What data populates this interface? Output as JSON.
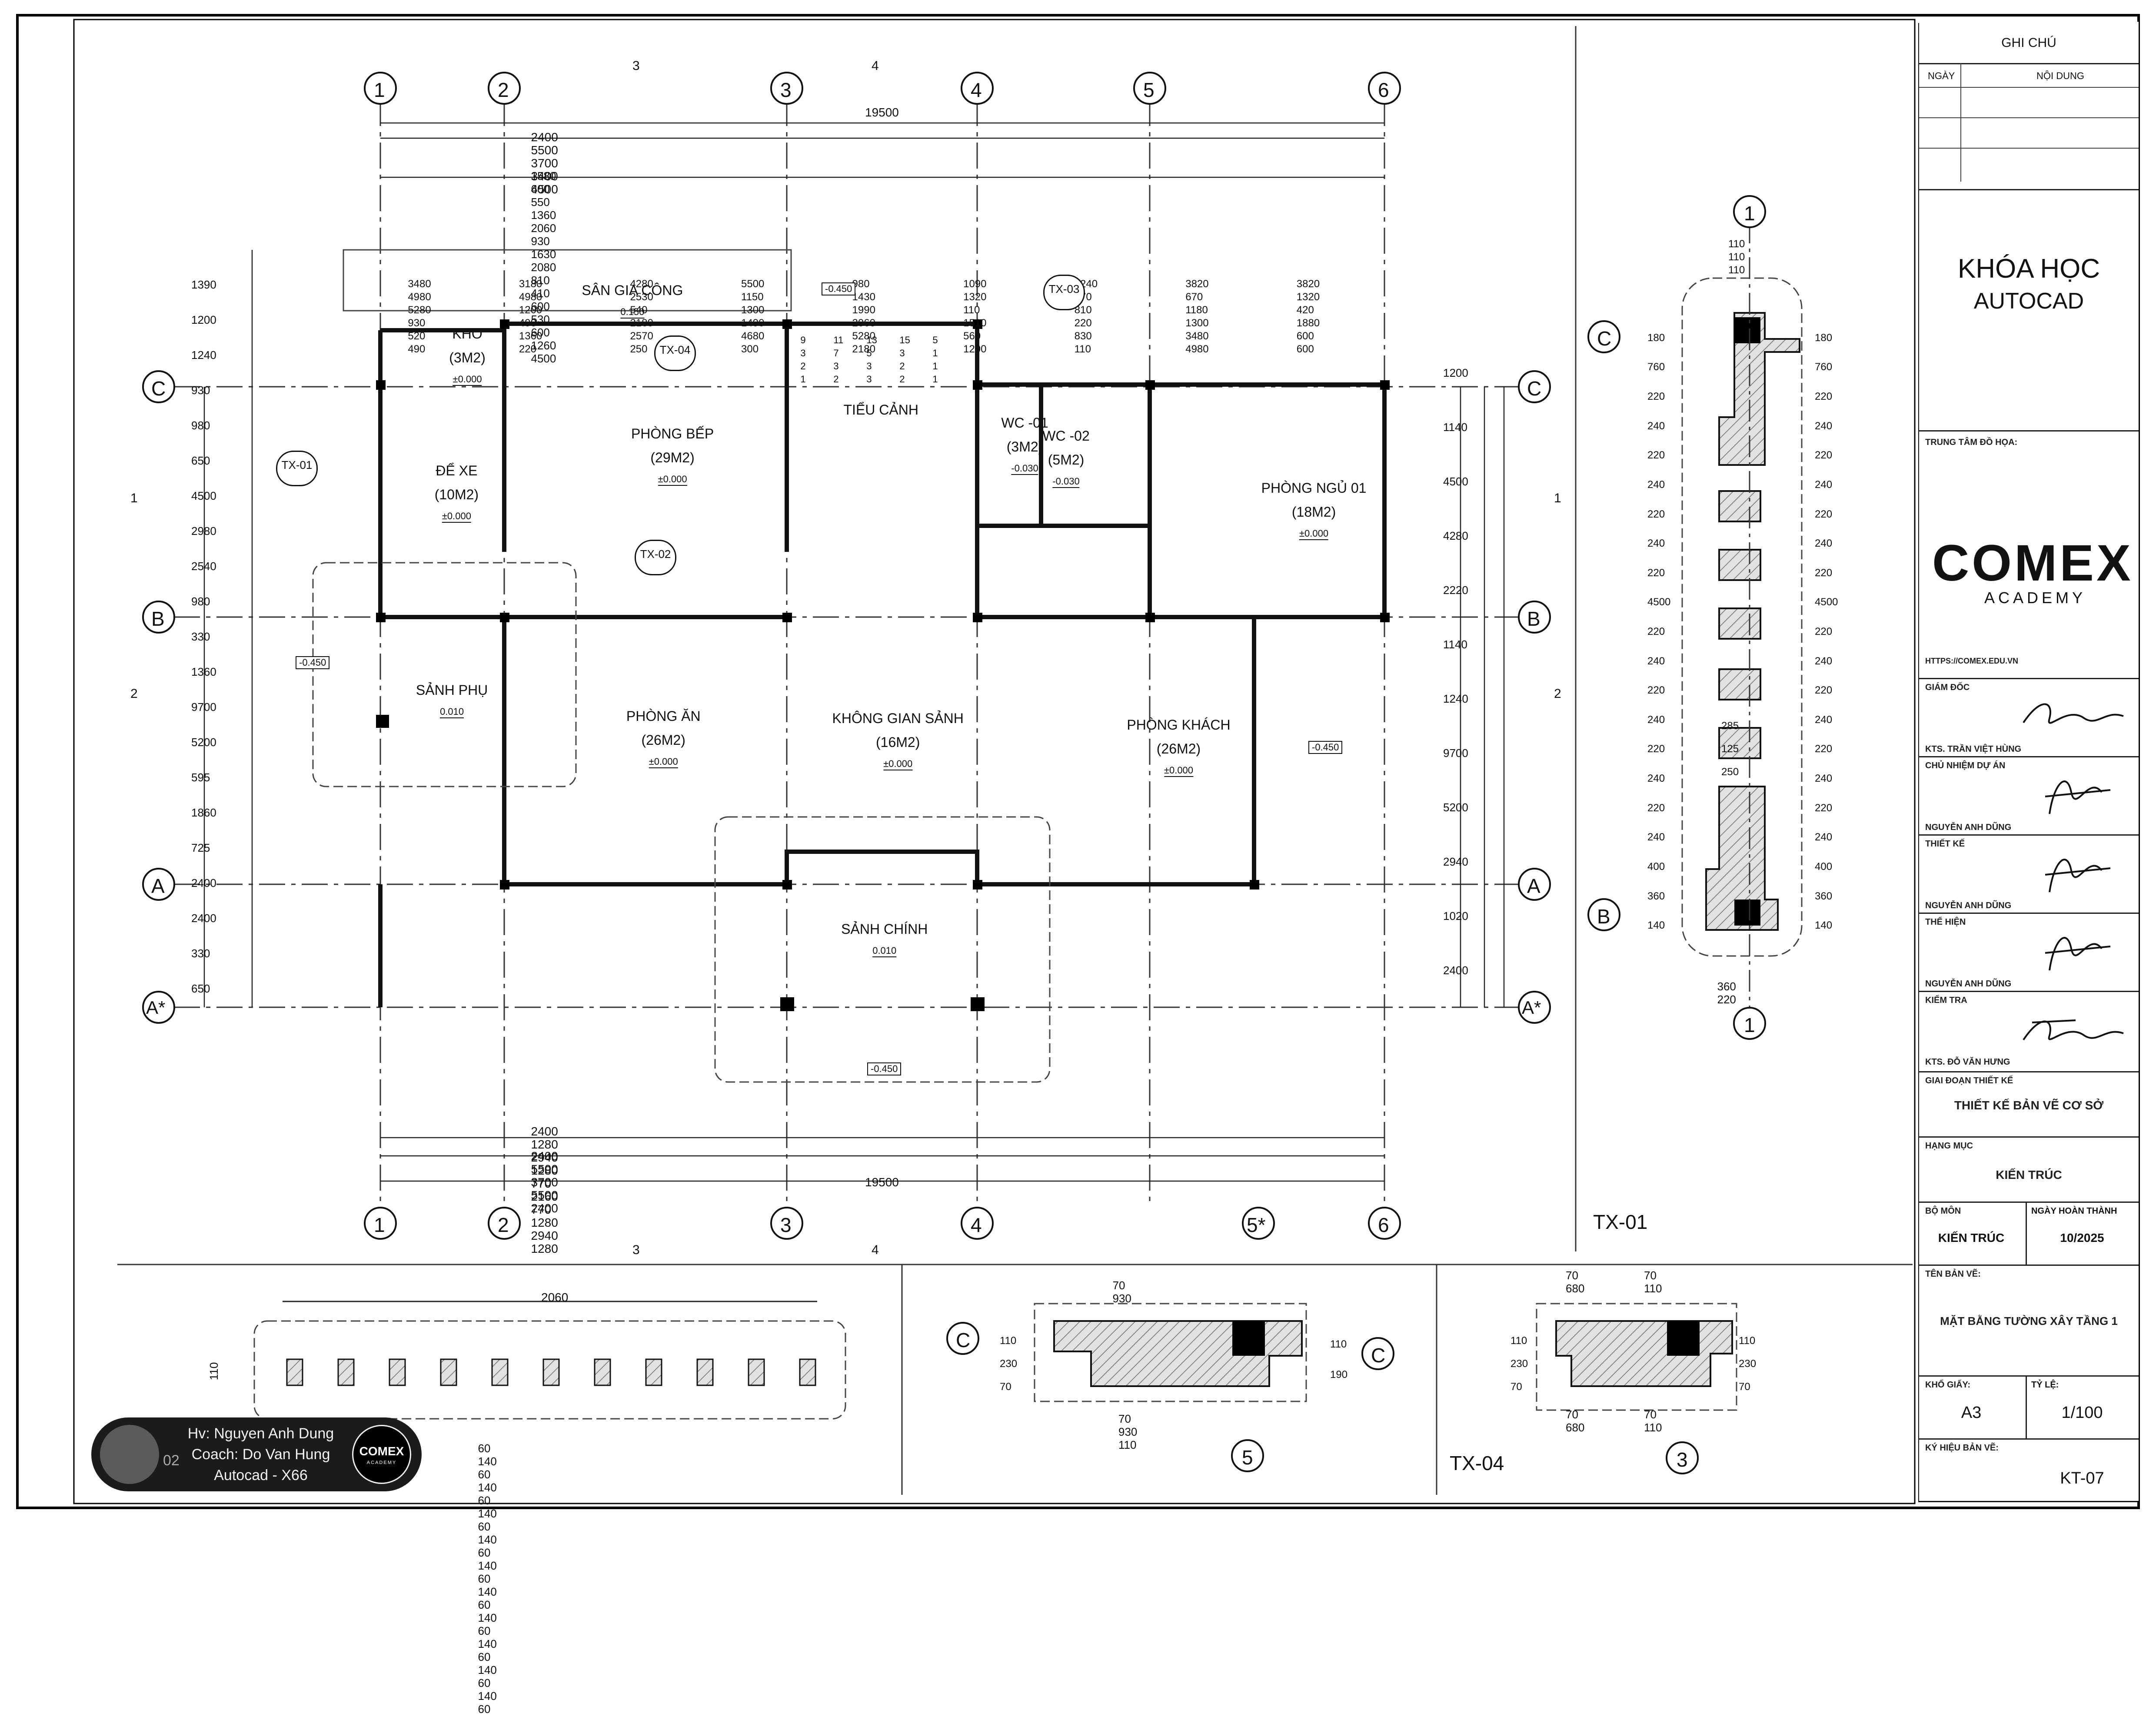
{
  "plan": {
    "grid_top": [
      "1",
      "2",
      "3",
      "4",
      "5",
      "6"
    ],
    "grid_bottom": [
      "1",
      "2",
      "3",
      "4",
      "5*",
      "6"
    ],
    "grid_rows": [
      "C",
      "B",
      "A",
      "A*"
    ],
    "section_marks": [
      "1",
      "1",
      "2",
      "2",
      "3",
      "3",
      "4",
      "4"
    ],
    "total_width": "19500",
    "overall_dims_top": [
      "2400",
      "5500",
      "3700",
      "3400",
      "4500"
    ],
    "detail_dims_top": [
      "1580",
      "600",
      "550",
      "1360",
      "2060",
      "930",
      "1630",
      "2080",
      "810",
      "410",
      "600",
      "530",
      "600",
      "1260",
      "4500"
    ],
    "overall_dims_bottom": [
      "2400",
      "5500",
      "3700",
      "5500",
      "2400"
    ],
    "detail_dims_bottom": [
      "2400",
      "1280",
      "2940",
      "1280",
      "770",
      "2160",
      "770",
      "1280",
      "2940",
      "1280"
    ],
    "left_dims": [
      "1390",
      "1200",
      "1240",
      "930",
      "980",
      "650",
      "4500",
      "2980",
      "2540",
      "980",
      "330",
      "1360",
      "9700",
      "5200",
      "595",
      "1860",
      "725",
      "2400",
      "2400",
      "330",
      "650"
    ],
    "right_dims": [
      "1200",
      "1140",
      "4500",
      "4280",
      "2220",
      "1140",
      "1240",
      "9700",
      "5200",
      "2940",
      "1020",
      "2400"
    ],
    "inner_dims": [
      "3480",
      "3180",
      "4280",
      "5500",
      "980",
      "1090",
      "3240",
      "3820",
      "3820",
      "4980",
      "4980",
      "2530",
      "1150",
      "1430",
      "1320",
      "670",
      "670",
      "1320",
      "5280",
      "1200",
      "540",
      "1300",
      "1990",
      "110",
      "810",
      "1180",
      "420",
      "930",
      "490",
      "2180",
      "1490",
      "2060",
      "1510",
      "220",
      "1300",
      "1880",
      "520",
      "1360",
      "2570",
      "4680",
      "5280",
      "560",
      "830",
      "3480",
      "600",
      "490",
      "220",
      "250",
      "300",
      "2180",
      "1200",
      "110",
      "4980",
      "600"
    ],
    "rooms": [
      {
        "name": "SÂN GIA CÔNG",
        "area": "",
        "level": "0.150"
      },
      {
        "name": "KHO",
        "area": "(3M2)",
        "level": "±0.000"
      },
      {
        "name": "PHÒNG BẾP",
        "area": "(29M2)",
        "level": "±0.000"
      },
      {
        "name": "TIỂU CẢNH",
        "area": "",
        "level": ""
      },
      {
        "name": "WC -01",
        "area": "(3M2)",
        "level": "-0.030"
      },
      {
        "name": "WC -02",
        "area": "(5M2)",
        "level": "-0.030"
      },
      {
        "name": "PHÒNG NGỦ 01",
        "area": "(18M2)",
        "level": "±0.000"
      },
      {
        "name": "ĐỂ XE",
        "area": "(10M2)",
        "level": "±0.000"
      },
      {
        "name": "SẢNH PHỤ",
        "area": "",
        "level": "0.010"
      },
      {
        "name": "PHÒNG ĂN",
        "area": "(26M2)",
        "level": "±0.000"
      },
      {
        "name": "KHÔNG GIAN SẢNH",
        "area": "(16M2)",
        "level": "±0.000"
      },
      {
        "name": "PHÒNG KHÁCH",
        "area": "(26M2)",
        "level": "±0.000"
      },
      {
        "name": "SẢNH CHÍNH",
        "area": "",
        "level": "0.010"
      }
    ],
    "levels": [
      "-0.450",
      "-0.450",
      "-0.450",
      "-0.450"
    ],
    "callouts": [
      "TX-01",
      "TX-02",
      "TX-03",
      "TX-04"
    ],
    "stair_steps": [
      "9",
      "11",
      "13",
      "15",
      "5",
      "3",
      "7",
      "5",
      "3",
      "1",
      "2",
      "3",
      "3",
      "2",
      "1",
      "1",
      "2",
      "3",
      "2",
      "1"
    ]
  },
  "detail_tx01": {
    "title": "TX-01",
    "grid_top": "1",
    "grid_bottom": "1",
    "grid_rows": [
      "C",
      "B"
    ],
    "top_dims": [
      "110",
      "110",
      "110"
    ],
    "left_dims": [
      "180",
      "760",
      "220",
      "240",
      "220",
      "240",
      "220",
      "240",
      "220",
      "4500",
      "220",
      "240",
      "220",
      "240",
      "220",
      "240",
      "220",
      "240",
      "400",
      "360",
      "140"
    ],
    "right_dims": [
      "180",
      "760",
      "220",
      "240",
      "220",
      "240",
      "220",
      "240",
      "220",
      "4500",
      "220",
      "240",
      "220",
      "240",
      "220",
      "240",
      "220",
      "240",
      "400",
      "360",
      "140"
    ],
    "inner_dims": [
      "285",
      "125",
      "250"
    ],
    "bottom_dims": [
      "360",
      "220"
    ]
  },
  "detail_tx02": {
    "title": "TX-02",
    "top_dim": "2060",
    "left_dim": "110",
    "bottom_dims": [
      "60",
      "140",
      "60",
      "140",
      "60",
      "140",
      "60",
      "140",
      "60",
      "140",
      "60",
      "140",
      "60",
      "140",
      "60",
      "140",
      "60",
      "140",
      "60",
      "140",
      "60"
    ]
  },
  "detail_tx03": {
    "grid_row": "C",
    "grid_col": "5",
    "top_dims": [
      "70",
      "930"
    ],
    "bottom_dims": [
      "70",
      "930",
      "110"
    ],
    "left_dims": [
      "110",
      "230",
      "70"
    ],
    "right_dims": [
      "110",
      "190"
    ]
  },
  "detail_tx04": {
    "title": "TX-04",
    "grid_col": "3",
    "top_dims": [
      "70",
      "70",
      "680",
      "110"
    ],
    "bottom_dims": [
      "70",
      "70",
      "680",
      "110"
    ],
    "left_dims": [
      "110",
      "230",
      "70"
    ],
    "right_dims": [
      "110",
      "230",
      "70"
    ]
  },
  "title_block": {
    "notes_header": "GHI CHÚ",
    "date_col": "NGÀY",
    "content_col": "NỘI DUNG",
    "course_line1": "KHÓA HỌC",
    "course_line2": "AUTOCAD",
    "center_label": "TRUNG TÂM ĐỒ HỌA:",
    "logo_text": "COMEX",
    "logo_sub": "ACADEMY",
    "website": "HTTPS://COMEX.EDU.VN",
    "director_label": "GIÁM ĐỐC",
    "director_name": "KTS. TRẦN VIỆT HÙNG",
    "pm_label": "CHỦ NHIỆM DỰ ÁN",
    "pm_name": "NGUYỄN ANH DŨNG",
    "designer_label": "THIẾT KẾ",
    "designer_name": "NGUYỄN ANH DŨNG",
    "drafter_label": "THỂ HIỆN",
    "drafter_name": "NGUYỄN ANH DŨNG",
    "checker_label": "KIỂM TRA",
    "checker_name": "KTS. ĐỖ VĂN HƯNG",
    "phase_label": "GIAI ĐOẠN THIẾT KẾ",
    "phase_value": "THIẾT KẾ BẢN VẼ CƠ SỞ",
    "category_label": "HẠNG MỤC",
    "category_value": "KIẾN TRÚC",
    "dept_label": "BỘ MÔN",
    "dept_value": "KIẾN TRÚC",
    "date_label": "NGÀY HOÀN THÀNH",
    "date_value": "10/2025",
    "drawing_name_label": "TÊN BẢN VẼ:",
    "drawing_name_value": "MẶT BẰNG TƯỜNG XÂY TẦNG 1",
    "paper_label": "KHỔ GIẤY:",
    "paper_value": "A3",
    "scale_label": "TỶ LỆ:",
    "scale_value": "1/100",
    "code_label": "KÝ HIỆU BẢN VẼ:",
    "code_value": "KT-07"
  },
  "watermark": {
    "line1": "Hv: Nguyen Anh Dung",
    "line2": "Coach: Do Van Hung",
    "line3": "Autocad - X66",
    "logo_text": "COMEX",
    "logo_sub": "ACADEMY",
    "partial_label": "02"
  },
  "colors": {
    "line": "#111111",
    "hatch": "#bdbdbd",
    "accent": "#f2a900"
  }
}
